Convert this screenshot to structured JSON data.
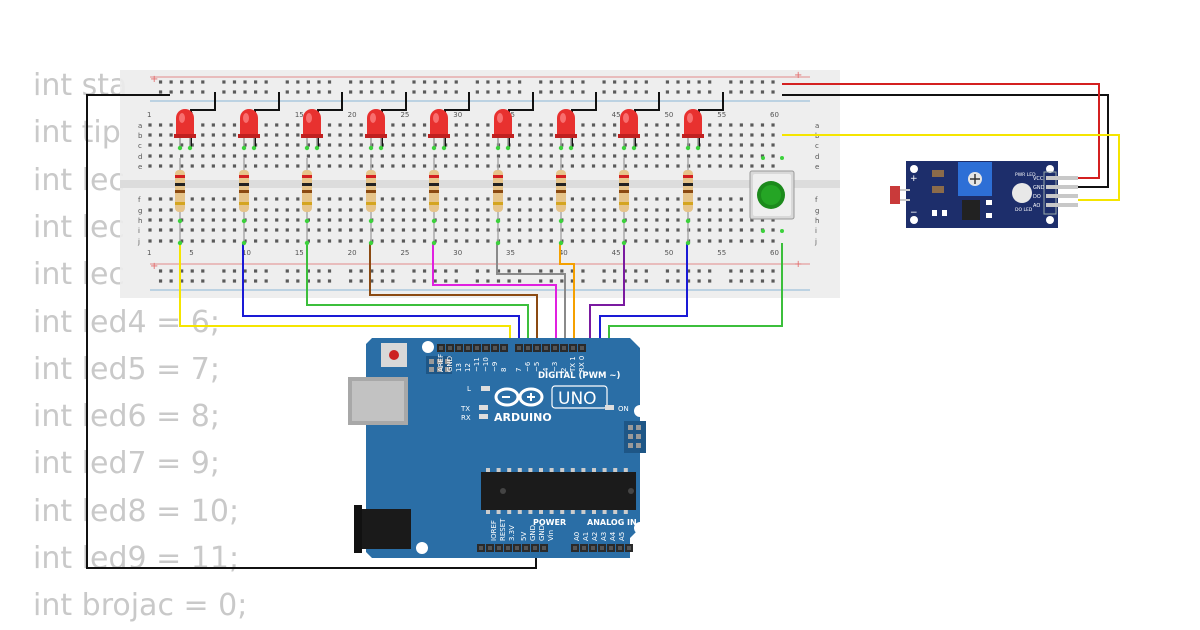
{
  "code_lines": [
    "int sta",
    "int tip",
    "int lec",
    "int lec",
    "int lec",
    "int led4 = 6;",
    "int led5 = 7;",
    "int led6 = 8;",
    "int led7 = 9;",
    "int led8 = 10;",
    "int led9 = 11;",
    "int brojac = 0;"
  ],
  "breadboard": {
    "row_letters": [
      "a",
      "b",
      "c",
      "d",
      "e",
      "f",
      "g",
      "h",
      "i",
      "j"
    ],
    "column_numbers": [
      "1",
      "5",
      "10",
      "15",
      "20",
      "25",
      "30",
      "35",
      "40",
      "45",
      "50",
      "55",
      "60"
    ],
    "rail_plus": "+",
    "rail_minus": "−",
    "led_count": 9,
    "led_color": "#e8312f"
  },
  "arduino": {
    "brand": "ARDUINO",
    "model": "UNO",
    "digital_label": "DIGITAL (PWM ~)",
    "digital_pins": [
      "AREF",
      "GND",
      "13",
      "12",
      "~11",
      "~10",
      "~9",
      "8",
      "7",
      "~6",
      "~5",
      "4",
      "~3",
      "2",
      "TX 1",
      "RX 0"
    ],
    "power_label": "POWER",
    "power_pins": [
      "IOREF",
      "RESET",
      "3.3V",
      "5V",
      "GND",
      "GND",
      "Vin"
    ],
    "analog_label": "ANALOG IN",
    "analog_pins": [
      "A0",
      "A1",
      "A2",
      "A3",
      "A4",
      "A5"
    ],
    "led_labels": [
      "L",
      "TX",
      "RX",
      "ON"
    ],
    "board_color": "#2a6ea6"
  },
  "sensor_module": {
    "pins": [
      "VCC",
      "GND",
      "DO",
      "AO"
    ],
    "led_labels": [
      "PWR LED",
      "DO LED"
    ],
    "plus": "+",
    "minus": "−",
    "board_color": "#1d2e6b"
  },
  "wire_colors": {
    "black": "#111111",
    "red": "#d42020",
    "yellow": "#f5e500",
    "blue": "#1a1ad6",
    "green": "#3cbf3c",
    "brown": "#8b4a12",
    "magenta": "#e020e0",
    "gray": "#8a8a8a",
    "orange": "#f5a000",
    "purple": "#7a1aa0"
  }
}
